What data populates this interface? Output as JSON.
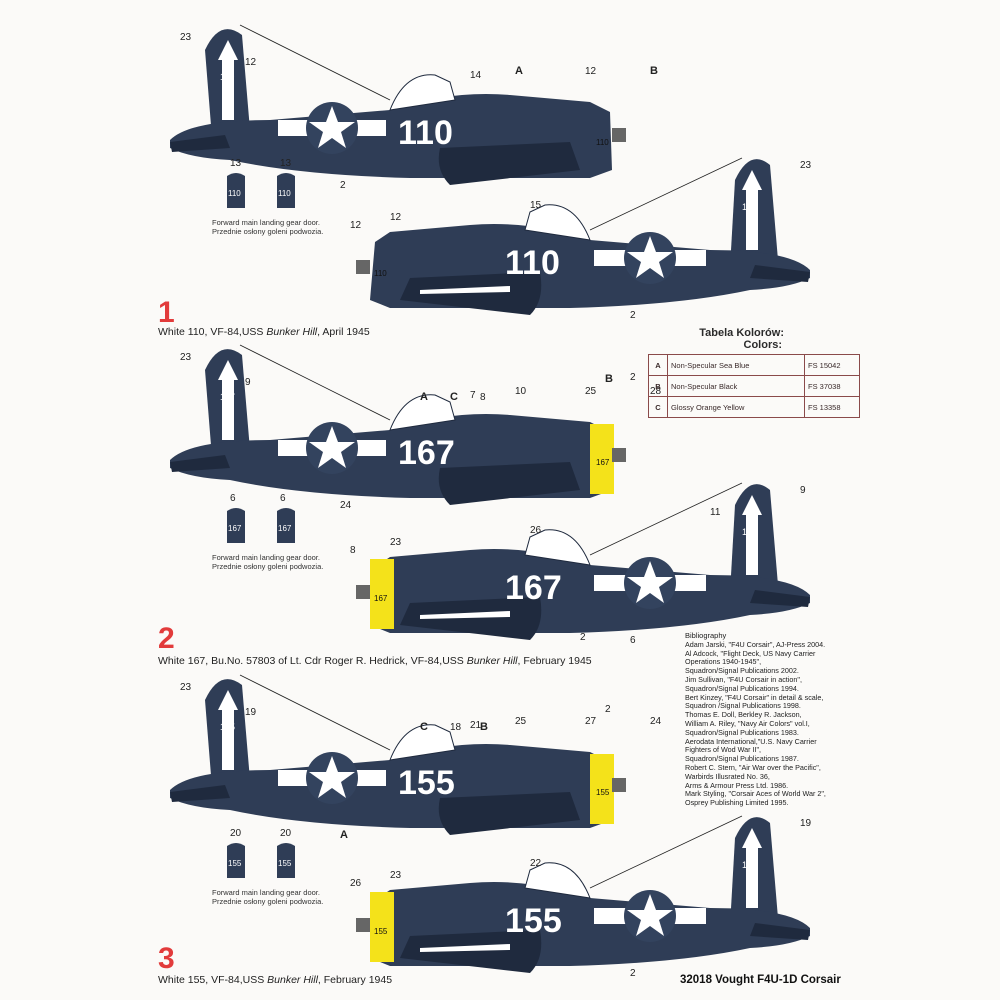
{
  "colors": {
    "blue": "#2f3d56",
    "blue_dark": "#1f2a3e",
    "white": "#ffffff",
    "yellow": "#f4e21a",
    "red_ink": "#e23b3b",
    "roundel_disc": "#33435e"
  },
  "schemes": [
    {
      "number": "1",
      "caption_prefix": "White 110, VF-84,USS ",
      "caption_ship": "Bunker Hill",
      "caption_suffix": ", April 1945",
      "aircraft_code": "110",
      "cowl_yellow": false,
      "door_caption": [
        "Forward main landing gear door.",
        "Przednie osłony goleni podwozia."
      ],
      "door_numbers": [
        "13",
        "13"
      ],
      "callouts_top": [
        "23",
        "12",
        "14",
        "A",
        "12",
        "B",
        "2"
      ],
      "callouts_bottom": [
        "12",
        "15",
        "12",
        "23",
        "2"
      ]
    },
    {
      "number": "2",
      "caption_prefix": "White 167, Bu.No. 57803 of Lt. Cdr Roger R. Hedrick, VF-84,USS ",
      "caption_ship": "Bunker Hill",
      "caption_suffix": ", February 1945",
      "aircraft_code": "167",
      "cowl_yellow": true,
      "door_caption": [
        "Forward main landing gear door.",
        "Przednie osłony goleni podwozia."
      ],
      "door_numbers": [
        "6",
        "6"
      ],
      "callouts_top": [
        "23",
        "9",
        "7",
        "10",
        "25",
        "28",
        "24",
        "A",
        "C",
        "8",
        "B",
        "2"
      ],
      "callouts_bottom": [
        "8",
        "26",
        "23",
        "9",
        "6",
        "11",
        "2"
      ]
    },
    {
      "number": "3",
      "caption_prefix": "White 155, VF-84,USS ",
      "caption_ship": "Bunker Hill",
      "caption_suffix": ", February 1945",
      "aircraft_code": "155",
      "cowl_yellow": true,
      "door_caption": [
        "Forward main landing gear door.",
        "Przednie osłony goleni podwozia."
      ],
      "door_numbers": [
        "20",
        "20"
      ],
      "callouts_top": [
        "23",
        "19",
        "21",
        "25",
        "27",
        "24",
        "A",
        "C",
        "18",
        "B",
        "2"
      ],
      "callouts_bottom": [
        "26",
        "22",
        "23",
        "19",
        "2"
      ]
    }
  ],
  "color_table": {
    "title_line1": "Tabela Kolorów:",
    "title_line2": "Colors:",
    "rows": [
      {
        "key": "A",
        "name": "Non-Specular Sea Blue",
        "fs": "FS 15042"
      },
      {
        "key": "B",
        "name": "Non-Specular Black",
        "fs": "FS 37038"
      },
      {
        "key": "C",
        "name": "Glossy Orange Yellow",
        "fs": "FS 13358"
      }
    ]
  },
  "bibliography": {
    "title": "Bibliography",
    "lines": [
      "Adam Jarski, \"F4U Corsair\", AJ-Press 2004.",
      "Al Adcock, \"Flight Deck, US Navy Carrier",
      "Operations 1940-1945\",",
      "Squadron/Signal Publications 2002.",
      "Jim Sullivan, \"F4U Corsair in action\",",
      "Squadron/Signal Publications 1994.",
      "Bert Kinzey, \"F4U Corsair\" in detail & scale,",
      "Squadron /Signal Publications 1998.",
      "Thomas E. Doll, Berkley R. Jackson,",
      "William A. Riley, \"Navy Air Colors\" vol.I,",
      "Squadron/Signal Publications 1983.",
      "Aerodata International,\"U.S. Navy Carrier",
      "Fighters of Wod War II\",",
      "Squadron/Signal Publications 1987.",
      "Robert C. Stern, \"Air War over the Pacific\",",
      "Warbirds Illusrated No. 36,",
      "Arms & Armour Press Ltd. 1986.",
      "Mark Styling, \"Corsair Aces of World War 2\",",
      "Osprey Publishing Limited 1995."
    ]
  },
  "product_title": "32018 Vought F4U-1D Corsair"
}
